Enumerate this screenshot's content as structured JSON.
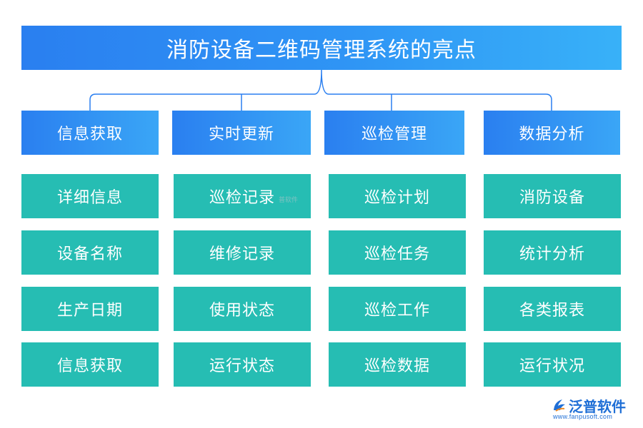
{
  "title": "消防设备二维码管理系统的亮点",
  "categories": [
    {
      "label": "信息获取",
      "items": [
        "详细信息",
        "设备名称",
        "生产日期",
        "信息获取"
      ]
    },
    {
      "label": "实时更新",
      "items": [
        "巡检记录",
        "维修记录",
        "使用状态",
        "运行状态"
      ]
    },
    {
      "label": "巡检管理",
      "items": [
        "巡检计划",
        "巡检任务",
        "巡检工作",
        "巡检数据"
      ]
    },
    {
      "label": "数据分析",
      "items": [
        "消防设备",
        "统计分析",
        "各类报表",
        "运行状况"
      ]
    }
  ],
  "watermark": "普软件",
  "logo": {
    "brand": "泛普软件",
    "url": "www.fanpusoft.com"
  },
  "colors": {
    "header_blue": "#2a7ff0",
    "item_teal": "#26bdb3",
    "connector": "#2a7ff0"
  }
}
